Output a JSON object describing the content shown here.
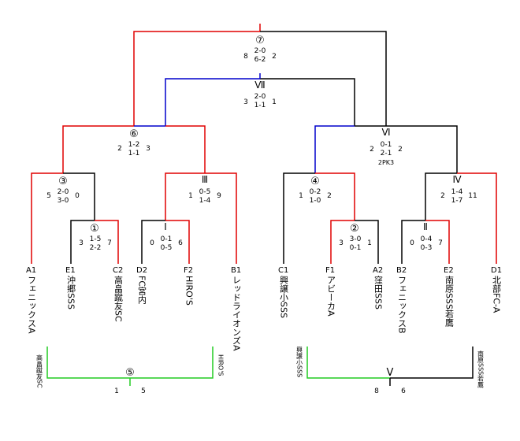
{
  "main_bracket": {
    "final": {
      "mark": "⑦",
      "left": "8",
      "right": "2",
      "set1": "2-0",
      "set2": "6-2"
    },
    "third_place": {
      "mark": "Ⅶ",
      "left": "3",
      "right": "1",
      "set1": "2-0",
      "set2": "1-1"
    },
    "semi_left": {
      "mark": "⑥",
      "left": "2",
      "right": "3",
      "set1": "1-2",
      "set2": "1-1"
    },
    "semi_right": {
      "mark": "Ⅵ",
      "left": "2",
      "right": "2",
      "set1": "0-1",
      "set2": "2-1",
      "note": "2PK3"
    },
    "q3": {
      "mark": "③",
      "left": "5",
      "right": "0",
      "set1": "2-0",
      "set2": "3-0"
    },
    "q_III": {
      "mark": "Ⅲ",
      "left": "1",
      "right": "9",
      "set1": "0-5",
      "set2": "1-4"
    },
    "q4": {
      "mark": "④",
      "left": "1",
      "right": "2",
      "set1": "0-2",
      "set2": "1-0"
    },
    "q_IV": {
      "mark": "Ⅳ",
      "left": "2",
      "right": "11",
      "set1": "1-4",
      "set2": "1-7"
    },
    "r1": {
      "mark": "①",
      "left": "3",
      "right": "7",
      "set1": "1-5",
      "set2": "2-2"
    },
    "r_I": {
      "mark": "Ⅰ",
      "left": "0",
      "right": "6",
      "set1": "0-1",
      "set2": "0-5"
    },
    "r2": {
      "mark": "②",
      "left": "3",
      "right": "1",
      "set1": "3-0",
      "set2": "0-1"
    },
    "r_II": {
      "mark": "Ⅱ",
      "left": "0",
      "right": "7",
      "set1": "0-4",
      "set2": "0-3"
    }
  },
  "teams": [
    {
      "seed": "A1",
      "name": "フェニックスA"
    },
    {
      "seed": "E1",
      "name": "沖郷SSS"
    },
    {
      "seed": "C2",
      "name": "高畠蹴友SC"
    },
    {
      "seed": "D2",
      "name": "FC宮内"
    },
    {
      "seed": "F2",
      "name": "HIRO'S"
    },
    {
      "seed": "B1",
      "name": "レッドライオンズA"
    },
    {
      "seed": "C1",
      "name": "興譲小SSS"
    },
    {
      "seed": "F1",
      "name": "アビーカA"
    },
    {
      "seed": "A2",
      "name": "窪田SSS"
    },
    {
      "seed": "B2",
      "name": "フェニックスB"
    },
    {
      "seed": "E2",
      "name": "南原SSS若鷹"
    },
    {
      "seed": "D1",
      "name": "北部FC-A"
    }
  ],
  "consolation": [
    {
      "mark": "⑤",
      "left_team": "高畠蹴友SC",
      "right_team": "HIRO'S",
      "left_score": "1",
      "right_score": "5"
    },
    {
      "mark": "Ⅴ",
      "left_team": "興譲小SSS",
      "right_team": "南原SSS若鷹",
      "left_score": "8",
      "right_score": "6"
    }
  ],
  "colors": {
    "win": "#e00000",
    "blue": "#0000cc",
    "black": "#000000",
    "green": "#22cc22"
  }
}
